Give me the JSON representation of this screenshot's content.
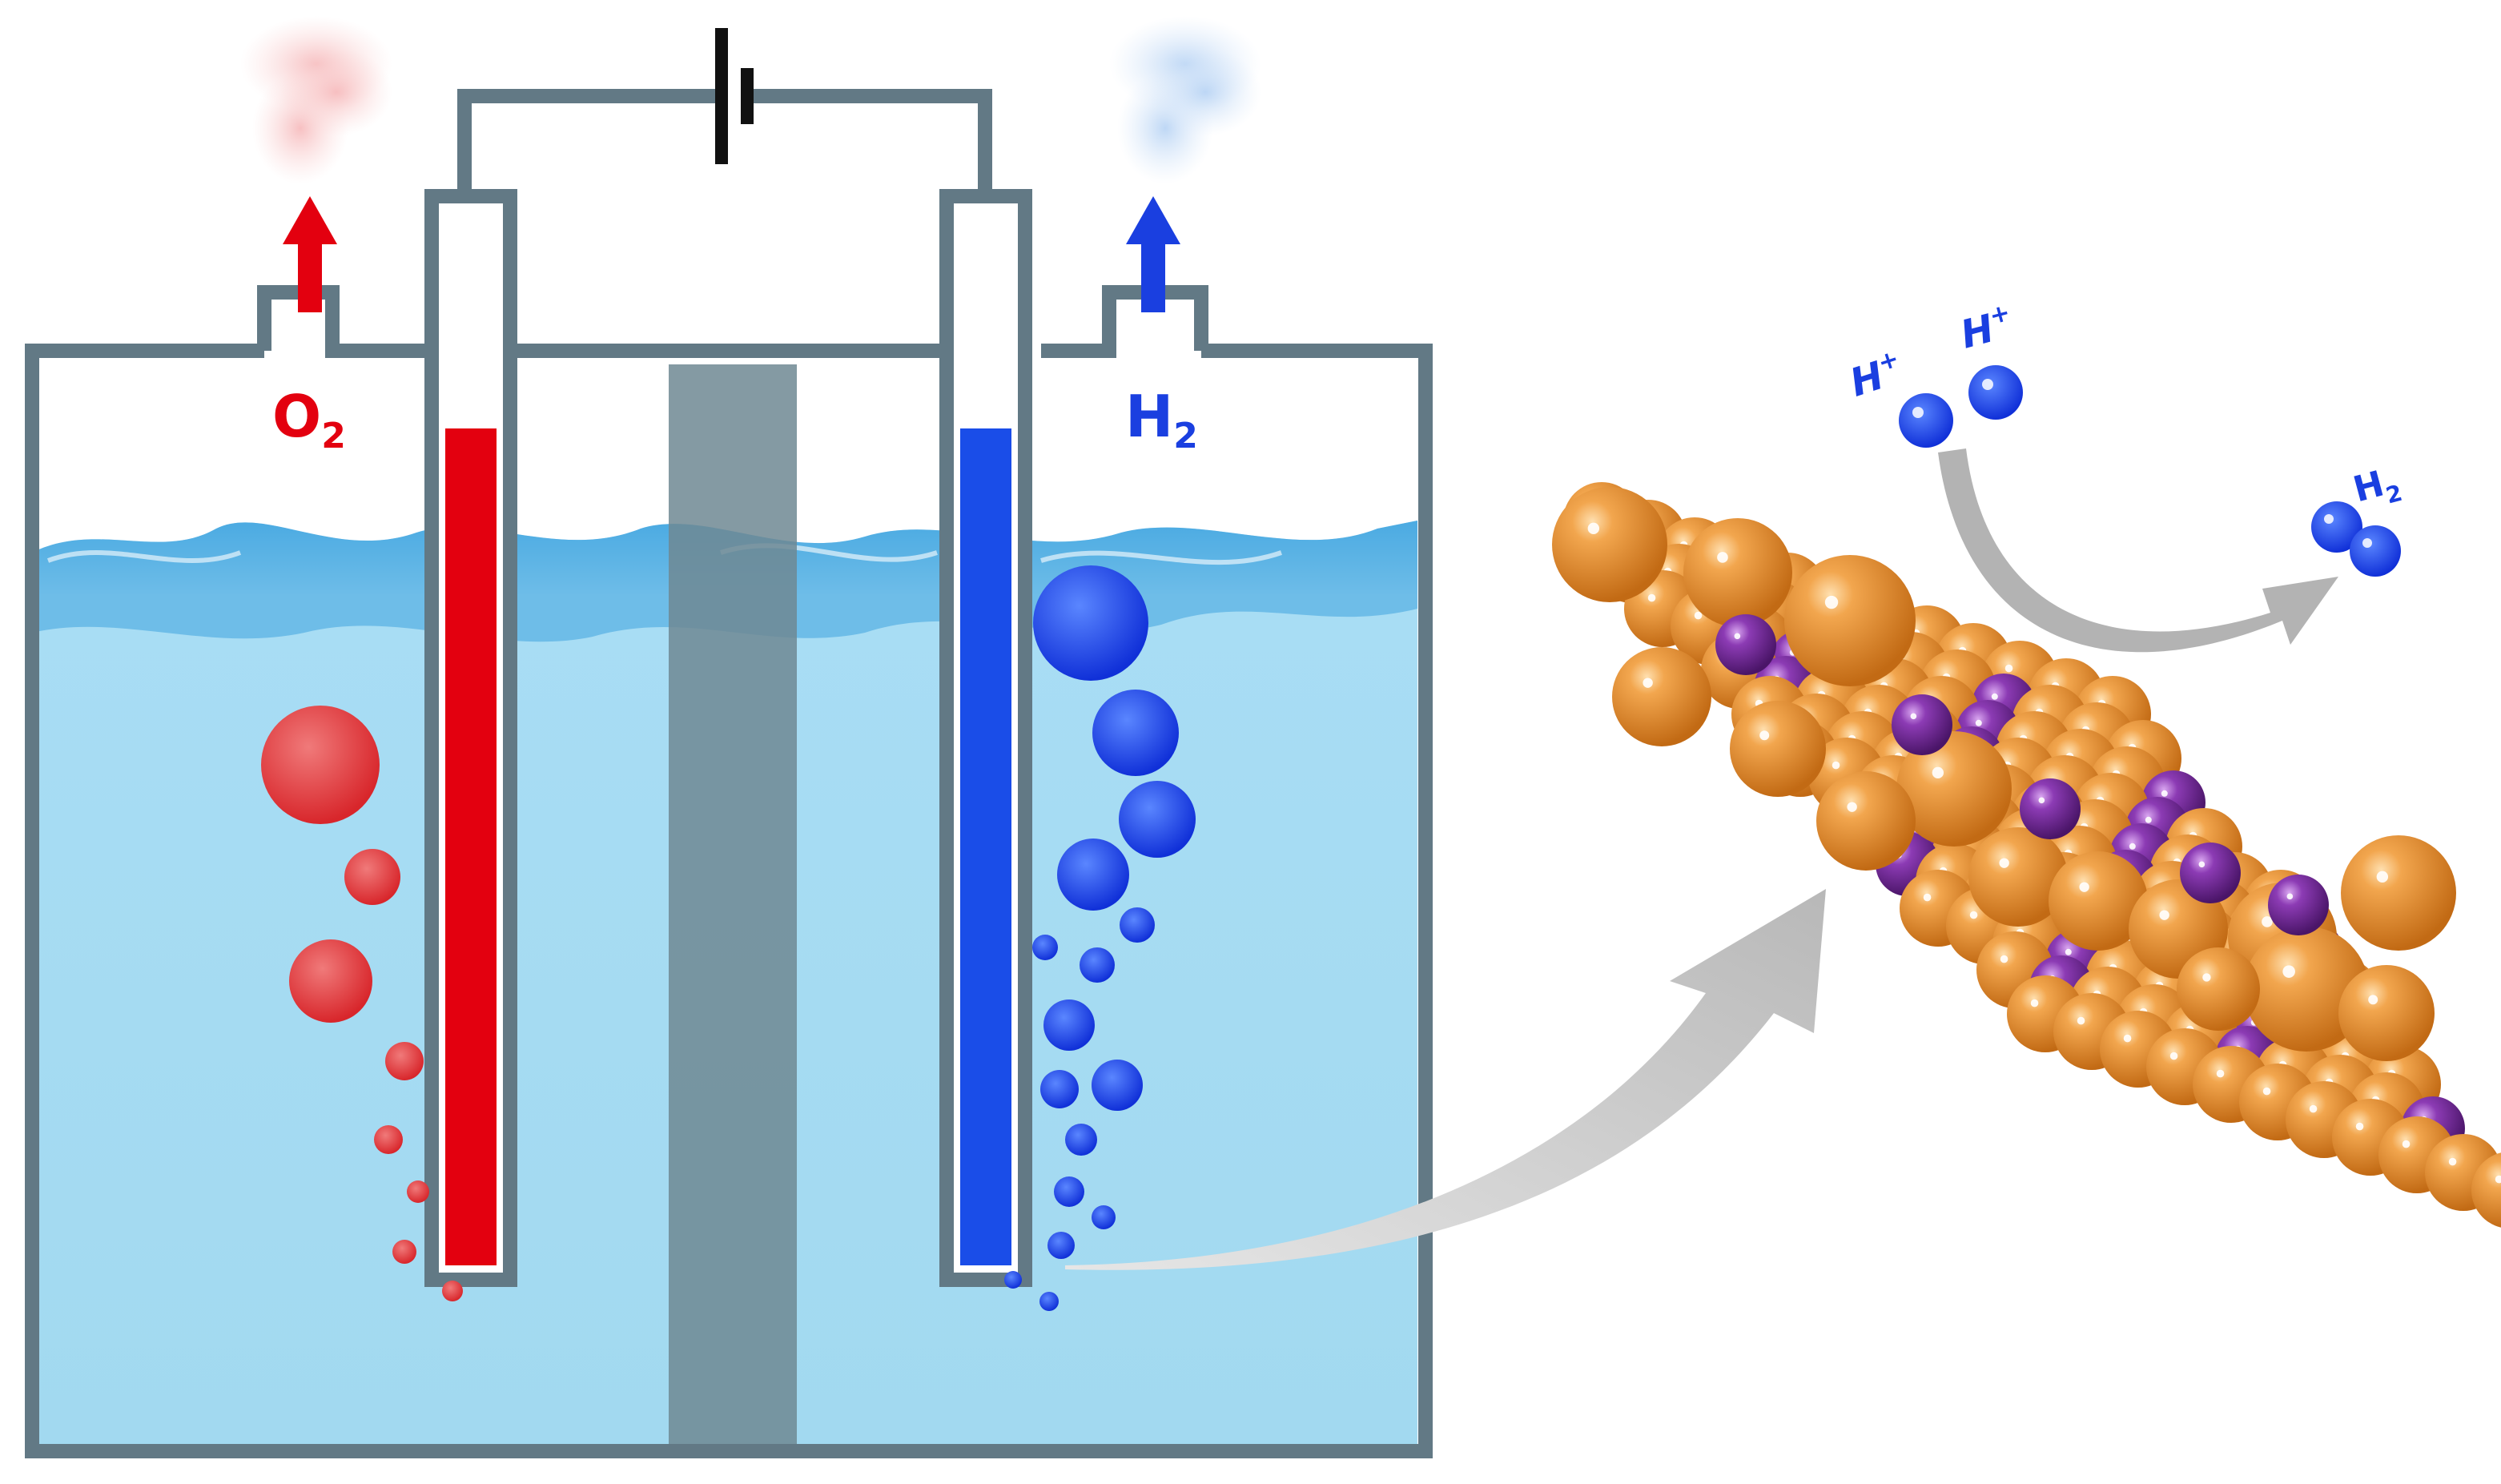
{
  "labels": {
    "anode_gas": "O",
    "anode_gas_sub": "2",
    "cathode_gas": "H",
    "cathode_gas_sub": "2",
    "proton_1": "H",
    "proton_1_sup": "+",
    "proton_2": "H",
    "proton_2_sup": "+",
    "product": "H",
    "product_sub": "2"
  },
  "colors": {
    "frame": "#627985",
    "water_top": "#3a9ad8",
    "water": "#a4dcf2",
    "membrane": "#6f8893",
    "anode": "#e3000f",
    "cathode": "#1a4de8",
    "oxygen_bubble": "#e32a2e",
    "hydrogen_bubble": "#1a3fe0",
    "catalyst_metal": "#e8902e",
    "catalyst_dopant": "#7a2a9e",
    "arrow_gray": "#bdbdbd"
  },
  "icons": {
    "battery": "battery-icon",
    "anode_gas_arrow": "up-arrow-icon",
    "cathode_gas_arrow": "up-arrow-icon",
    "magnify_arrow": "curved-arrow-icon",
    "reaction_arrow": "curved-arrow-icon"
  }
}
